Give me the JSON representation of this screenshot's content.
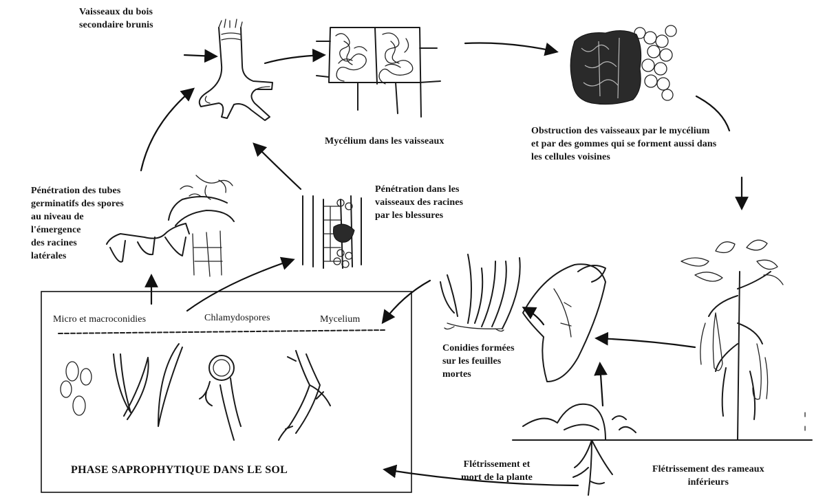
{
  "labels": {
    "vessels_brown": [
      "Vaisseaux du bois",
      "secondaire brunis"
    ],
    "mycelium_vessels": "Mycélium dans les vaisseaux",
    "obstruction": [
      "Obstruction des vaisseaux par le mycélium",
      "et par des gommes qui se forment aussi dans",
      "les cellules voisines"
    ],
    "penetration_tubes": [
      "Pénétration des tubes",
      "germinatifs des spores",
      "au niveau de",
      "l'émergence",
      "des racines",
      "latérales"
    ],
    "penetration_wounds": [
      "Pénétration dans les",
      "vaisseaux des racines",
      "par les blessures"
    ],
    "conidia_dead_leaves": [
      "Conidies formées",
      "sur les feuilles",
      "mortes"
    ],
    "wilting_death": [
      "Flétrissement et",
      "mort de la plante"
    ],
    "wilting_lower": [
      "Flétrissement des rameaux",
      "inférieurs"
    ]
  },
  "soil_box": {
    "title": "PHASE SAPROPHYTIQUE DANS LE SOL",
    "headers": [
      "Micro et macroconidies",
      "Chlamydospores",
      "Mycelium"
    ]
  }
}
